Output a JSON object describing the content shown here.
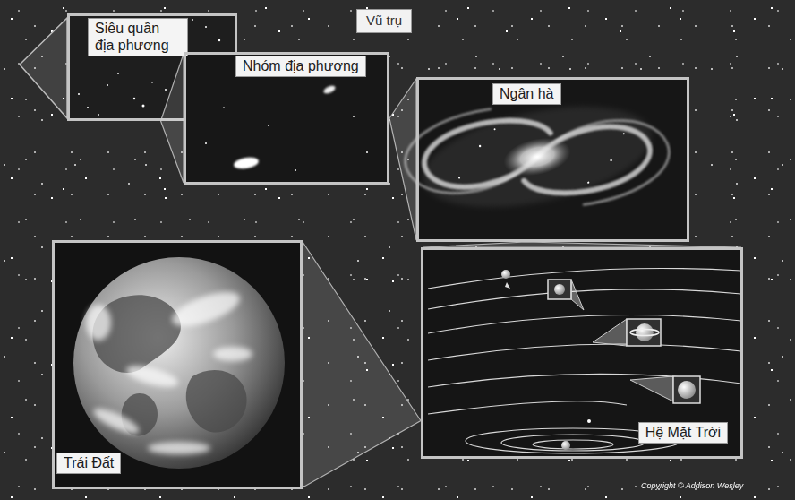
{
  "diagram": {
    "nodes": [
      {
        "text": [
          "Vũ trụ"
        ]
      },
      {
        "text": [
          "Siêu quần địa phương"
        ]
      },
      {
        "text": [
          "Nhóm địa phương"
        ]
      },
      {
        "text": [
          "Ngân hà"
        ]
      },
      {
        "text": [
          "Trái Đất"
        ]
      },
      {
        "text": [
          "Hệ Mặt Trời"
        ]
      }
    ],
    "edges": [
      {
        "from": 1,
        "to": 2,
        "arrow": "none"
      },
      {
        "from": 2,
        "to": 3,
        "arrow": "none"
      },
      {
        "from": 3,
        "to": 5,
        "arrow": "none"
      },
      {
        "from": 5,
        "to": 4,
        "arrow": "none"
      }
    ],
    "labels": [
      "Copyright © Addison Wesley"
    ]
  }
}
